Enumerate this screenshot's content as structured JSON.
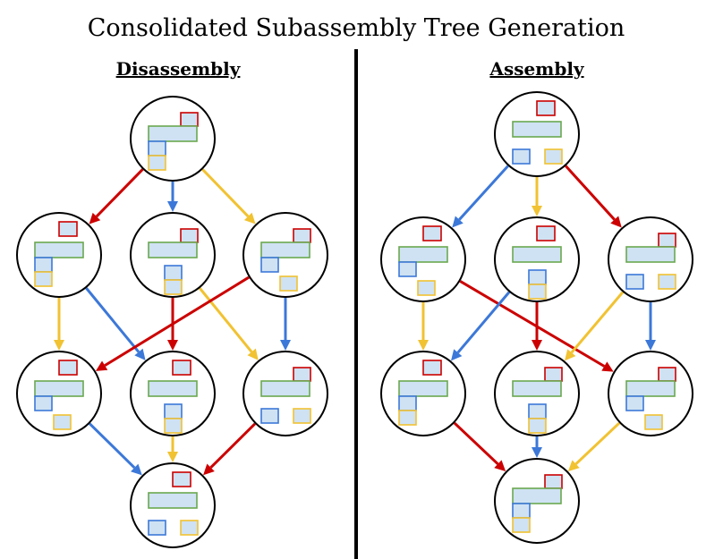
{
  "title": "Consolidated Subassembly Tree Generation",
  "panels": [
    {
      "heading": "Disassembly"
    },
    {
      "heading": "Assembly"
    }
  ],
  "colors": {
    "part_fill": "#cfe2f3",
    "red": "#cc0000",
    "green": "#6aa84f",
    "blue": "#3c78d8",
    "yellow": "#f1c232",
    "arrow_red": "#cc0000",
    "arrow_blue": "#3c78d8",
    "arrow_yellow": "#f1c232",
    "divider": "#000000"
  },
  "icons": [
    "subassembly-circle-icon",
    "arrow-icon"
  ]
}
